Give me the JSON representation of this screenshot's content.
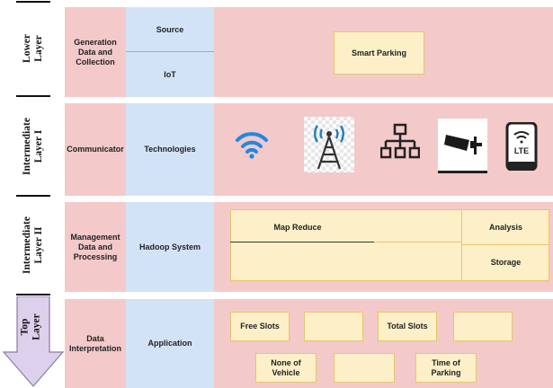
{
  "layers": [
    {
      "label": "Lower\nLayer"
    },
    {
      "label": "Intermediate\nLayer I"
    },
    {
      "label": "Intermediate\nLayer II"
    },
    {
      "label": "Top\nLayer"
    }
  ],
  "rows": [
    {
      "category": "Generation\nData and\nCollection",
      "sub_top": "Source",
      "sub_bottom": "IoT",
      "content": "Smart Parking"
    },
    {
      "category": "Communicator",
      "sub": "Technologies"
    },
    {
      "category": "Management\nData and\nProcessing",
      "sub": "Hadoop System",
      "map_reduce": "Map Reduce",
      "analysis": "Analysis",
      "storage": "Storage"
    },
    {
      "category": "Data\nInterpretation",
      "sub": "Application",
      "free_slots": "Free Slots",
      "total_slots": "Total Slots",
      "none_vehicle": "None of\nVehicle",
      "time_parking": "Time of\nParking"
    }
  ],
  "icons": [
    "wifi-icon",
    "cell-tower-icon",
    "network-hierarchy-icon",
    "cctv-camera-icon",
    "lte-phone-icon"
  ],
  "colors": {
    "row_bg": "#f4c9c9",
    "sub_bg": "#d3e3f7",
    "box_bg": "#fdf0c9",
    "box_border": "#e6c66a",
    "wifi": "#1e88e5",
    "arrow": "#ddd0ec"
  }
}
